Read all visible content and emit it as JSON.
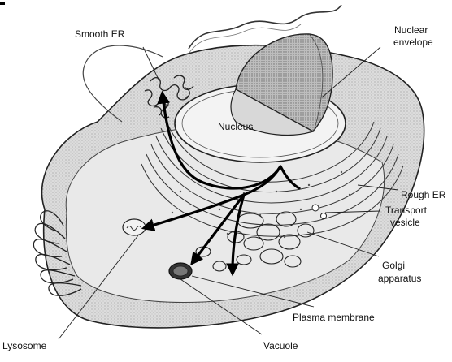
{
  "diagram": {
    "labels": {
      "smooth_er": "Smooth ER",
      "nuclear_envelope_line1": "Nuclear",
      "nuclear_envelope_line2": "envelope",
      "nucleus": "Nucleus",
      "rough_er": "Rough ER",
      "transport_vesicle_line1": "Transport",
      "transport_vesicle_line2": "vesicle",
      "golgi_line1": "Golgi",
      "golgi_line2": "apparatus",
      "plasma_membrane": "Plasma membrane",
      "lysosome": "Lysosome",
      "vacuole": "Vacuole"
    }
  }
}
